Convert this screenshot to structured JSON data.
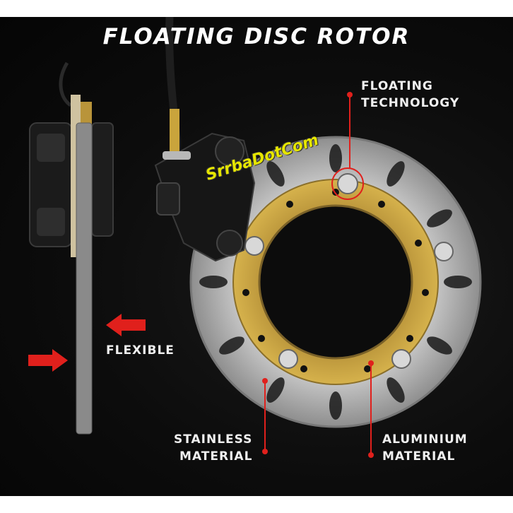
{
  "title": "FLOATING DISC ROTOR",
  "labels": {
    "floating_line1": "FLOATING",
    "floating_line2": "TECHNOLOGY",
    "flexible": "FLEXIBLE",
    "stainless_line1": "STAINLESS",
    "stainless_line2": "MATERIAL",
    "aluminium_line1": "ALUMINIUM",
    "aluminium_line2": "MATERIAL"
  },
  "watermark": "SrrbaDotCom",
  "colors": {
    "background": "#0c0c0c",
    "accent_red": "#e0201c",
    "rotor_steel": "#b9b9b9",
    "carrier_gold": "#c9a43c",
    "text": "#f0f0f0"
  }
}
